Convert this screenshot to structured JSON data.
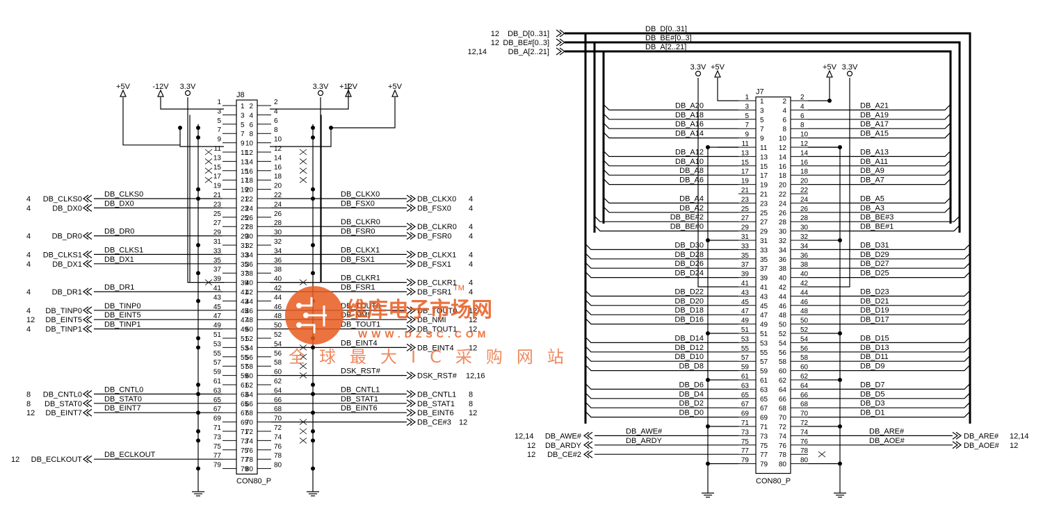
{
  "connector_j8": {
    "ref": "J8",
    "part": "CON80_P",
    "power_labels": [
      "+5V",
      "-12V",
      "3.3V",
      "3.3V",
      "+12V",
      "+5V"
    ],
    "left_signals": [
      {
        "pin": 21,
        "net": "DB_CLKS0",
        "ext": "DB_CLKS0",
        "page": "4"
      },
      {
        "pin": 23,
        "net": "DB_DX0",
        "ext": "DB_DX0",
        "page": "4"
      },
      {
        "pin": 29,
        "net": "DB_DR0",
        "ext": "DB_DR0",
        "page": "4"
      },
      {
        "pin": 33,
        "net": "DB_CLKS1",
        "ext": "DB_CLKS1",
        "page": "4"
      },
      {
        "pin": 35,
        "net": "DB_DX1",
        "ext": "DB_DX1",
        "page": "4"
      },
      {
        "pin": 41,
        "net": "DB_DR1",
        "ext": "DB_DR1",
        "page": "4"
      },
      {
        "pin": 45,
        "net": "DB_TINP0",
        "ext": "DB_TINP0",
        "page": "4"
      },
      {
        "pin": 47,
        "net": "DB_EINT5",
        "ext": "DB_EINT5",
        "page": "12"
      },
      {
        "pin": 49,
        "net": "DB_TINP1",
        "ext": "DB_TINP1",
        "page": "4"
      },
      {
        "pin": 63,
        "net": "DB_CNTL0",
        "ext": "DB_CNTL0",
        "page": "8"
      },
      {
        "pin": 65,
        "net": "DB_STAT0",
        "ext": "DB_STAT0",
        "page": "8"
      },
      {
        "pin": 67,
        "net": "DB_EINT7",
        "ext": "DB_EINT7",
        "page": "12"
      },
      {
        "pin": 77,
        "net": "DB_ECLKOUT",
        "ext": "DB_ECLKOUT",
        "page": "12"
      }
    ],
    "right_signals": [
      {
        "pin": 22,
        "net": "DB_CLKX0",
        "ext": "DB_CLKX0",
        "page": "4"
      },
      {
        "pin": 24,
        "net": "DB_FSX0",
        "ext": "DB_FSX0",
        "page": "4"
      },
      {
        "pin": 28,
        "net": "DB_CLKR0",
        "ext": "DB_CLKR0",
        "page": "4"
      },
      {
        "pin": 30,
        "net": "DB_FSR0",
        "ext": "DB_FSR0",
        "page": "4"
      },
      {
        "pin": 34,
        "net": "DB_CLKX1",
        "ext": "DB_CLKX1",
        "page": "4"
      },
      {
        "pin": 36,
        "net": "DB_FSX1",
        "ext": "DB_FSX1",
        "page": "4"
      },
      {
        "pin": 40,
        "net": "DB_CLKR1",
        "ext": "DB_CLKR1",
        "page": "4"
      },
      {
        "pin": 42,
        "net": "DB_FSR1",
        "ext": "DB_FSR1",
        "page": "4"
      },
      {
        "pin": 46,
        "net": "DB_TOUT0",
        "ext": "DB_TOUT0",
        "page": "12"
      },
      {
        "pin": 48,
        "net": "DB_NMI",
        "ext": "DB_NMI",
        "page": "12"
      },
      {
        "pin": 50,
        "net": "DB_TOUT1",
        "ext": "DB_TOUT1",
        "page": "12"
      },
      {
        "pin": 54,
        "net": "DB_EINT4",
        "ext": "DB_EINT4",
        "page": "12"
      },
      {
        "pin": 60,
        "net": "DSK_RST#",
        "ext": "DSK_RST#",
        "page": "12,16"
      },
      {
        "pin": 64,
        "net": "DB_CNTL1",
        "ext": "DB_CNTL1",
        "page": "8"
      },
      {
        "pin": 66,
        "net": "DB_STAT1",
        "ext": "DB_STAT1",
        "page": "8"
      },
      {
        "pin": 68,
        "net": "DB_EINT6",
        "ext": "DB_EINT6",
        "page": "12"
      },
      {
        "pin": 70,
        "net": "",
        "ext": "DB_CE#3",
        "page": "12"
      }
    ]
  },
  "connector_j7": {
    "ref": "J7",
    "part": "CON80_P",
    "power_labels": [
      "3.3V",
      "+5V",
      "+5V",
      "3.3V"
    ],
    "buses": [
      {
        "page": "12",
        "name": "DB_D[0..31]",
        "label": "DB_D[0..31]"
      },
      {
        "page": "12",
        "name": "DB_BE#[0..3]",
        "label": "DB_BE#[0..3]"
      },
      {
        "page": "12,14",
        "name": "DB_A[2..21]",
        "label": "DB_A[2..21]"
      }
    ],
    "left_nets": [
      {
        "pin": 3,
        "net": "DB_A20"
      },
      {
        "pin": 5,
        "net": "DB_A18"
      },
      {
        "pin": 7,
        "net": "DB_A16"
      },
      {
        "pin": 9,
        "net": "DB_A14"
      },
      {
        "pin": 13,
        "net": "DB_A12"
      },
      {
        "pin": 15,
        "net": "DB_A10"
      },
      {
        "pin": 17,
        "net": "DB_A8"
      },
      {
        "pin": 19,
        "net": "DB_A6"
      },
      {
        "pin": 23,
        "net": "DB_A4"
      },
      {
        "pin": 25,
        "net": "DB_A2"
      },
      {
        "pin": 27,
        "net": "DB_BE#2"
      },
      {
        "pin": 29,
        "net": "DB_BE#0"
      },
      {
        "pin": 33,
        "net": "DB_D30"
      },
      {
        "pin": 35,
        "net": "DB_D28"
      },
      {
        "pin": 37,
        "net": "DB_D26"
      },
      {
        "pin": 39,
        "net": "DB_D24"
      },
      {
        "pin": 43,
        "net": "DB_D22"
      },
      {
        "pin": 45,
        "net": "DB_D20"
      },
      {
        "pin": 47,
        "net": "DB_D18"
      },
      {
        "pin": 49,
        "net": "DB_D16"
      },
      {
        "pin": 53,
        "net": "DB_D14"
      },
      {
        "pin": 55,
        "net": "DB_D12"
      },
      {
        "pin": 57,
        "net": "DB_D10"
      },
      {
        "pin": 59,
        "net": "DB_D8"
      },
      {
        "pin": 63,
        "net": "DB_D6"
      },
      {
        "pin": 65,
        "net": "DB_D4"
      },
      {
        "pin": 67,
        "net": "DB_D2"
      },
      {
        "pin": 69,
        "net": "DB_D0"
      }
    ],
    "right_nets": [
      {
        "pin": 4,
        "net": "DB_A21"
      },
      {
        "pin": 6,
        "net": "DB_A19"
      },
      {
        "pin": 8,
        "net": "DB_A17"
      },
      {
        "pin": 10,
        "net": "DB_A15"
      },
      {
        "pin": 14,
        "net": "DB_A13"
      },
      {
        "pin": 16,
        "net": "DB_A11"
      },
      {
        "pin": 18,
        "net": "DB_A9"
      },
      {
        "pin": 20,
        "net": "DB_A7"
      },
      {
        "pin": 24,
        "net": "DB_A5"
      },
      {
        "pin": 26,
        "net": "DB_A3"
      },
      {
        "pin": 28,
        "net": "DB_BE#3"
      },
      {
        "pin": 30,
        "net": "DB_BE#1"
      },
      {
        "pin": 34,
        "net": "DB_D31"
      },
      {
        "pin": 36,
        "net": "DB_D29"
      },
      {
        "pin": 38,
        "net": "DB_D27"
      },
      {
        "pin": 40,
        "net": "DB_D25"
      },
      {
        "pin": 44,
        "net": "DB_D23"
      },
      {
        "pin": 46,
        "net": "DB_D21"
      },
      {
        "pin": 48,
        "net": "DB_D19"
      },
      {
        "pin": 50,
        "net": "DB_D17"
      },
      {
        "pin": 54,
        "net": "DB_D15"
      },
      {
        "pin": 56,
        "net": "DB_D13"
      },
      {
        "pin": 58,
        "net": "DB_D11"
      },
      {
        "pin": 60,
        "net": "DB_D9"
      },
      {
        "pin": 64,
        "net": "DB_D7"
      },
      {
        "pin": 66,
        "net": "DB_D5"
      },
      {
        "pin": 68,
        "net": "DB_D3"
      },
      {
        "pin": 70,
        "net": "DB_D1"
      }
    ],
    "left_signals": [
      {
        "pin": 73,
        "net": "DB_AWE#",
        "ext": "DB_AWE#",
        "page": "12,14"
      },
      {
        "pin": 75,
        "net": "DB_ARDY",
        "ext": "DB_ARDY",
        "page": "12"
      },
      {
        "pin": 77,
        "net": "",
        "ext": "DB_CE#2",
        "page": "12"
      }
    ],
    "right_signals": [
      {
        "pin": 74,
        "net": "DB_ARE#",
        "ext": "DB_ARE#",
        "page": "12,14"
      },
      {
        "pin": 76,
        "net": "DB_AOE#",
        "ext": "DB_AOE#",
        "page": "12"
      }
    ]
  },
  "watermark": {
    "brand": "维库电子市场网",
    "tm": "TM",
    "url": "WWW.DZSC.COM",
    "slogan": "全球最大IC采购网站"
  },
  "colors": {
    "ink": "#000000",
    "watermark": "#e85a1e"
  }
}
